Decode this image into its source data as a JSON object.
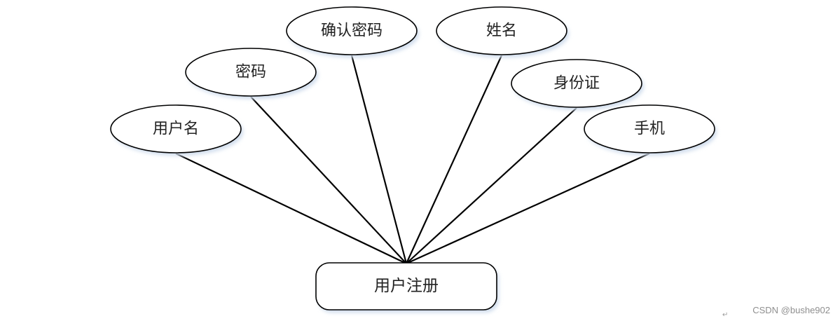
{
  "diagram": {
    "entity": {
      "label": "用户注册"
    },
    "attributes": [
      {
        "key": "username",
        "label": "用户名"
      },
      {
        "key": "password",
        "label": "密码"
      },
      {
        "key": "confirm_password",
        "label": "确认密码"
      },
      {
        "key": "name",
        "label": "姓名"
      },
      {
        "key": "id_card",
        "label": "身份证"
      },
      {
        "key": "phone",
        "label": "手机"
      }
    ]
  },
  "watermark": {
    "text": "CSDN @bushe902"
  },
  "paragraph_mark": "↵",
  "colors": {
    "stroke": "#000000",
    "shadow": "#cfdcec",
    "text": "#222222",
    "watermark": "#8f8f8f"
  }
}
